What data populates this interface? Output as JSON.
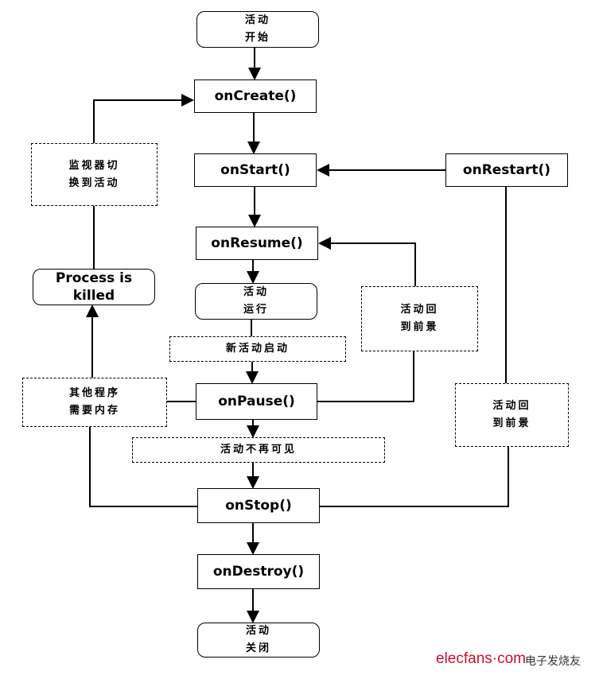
{
  "nodes": {
    "start": "活动\n开始",
    "on_create": "onCreate()",
    "on_start": "onStart()",
    "on_restart": "onRestart()",
    "on_resume": "onResume()",
    "running": "活动\n运行",
    "new_activity": "新活动启动",
    "on_pause": "onPause()",
    "not_visible": "活动不再可见",
    "on_stop": "onStop()",
    "on_destroy": "onDestroy()",
    "closed": "活动\n关闭",
    "monitor_switch": "监视器切\n换到活动",
    "process_killed": "Process is\nkilled",
    "other_apps": "其他程序\n需要内存",
    "foreground_1": "活动回\n到前景",
    "foreground_2": "活动回\n到前景"
  },
  "watermark": {
    "logo": "elecfans·com",
    "text": "电子发烧友"
  }
}
